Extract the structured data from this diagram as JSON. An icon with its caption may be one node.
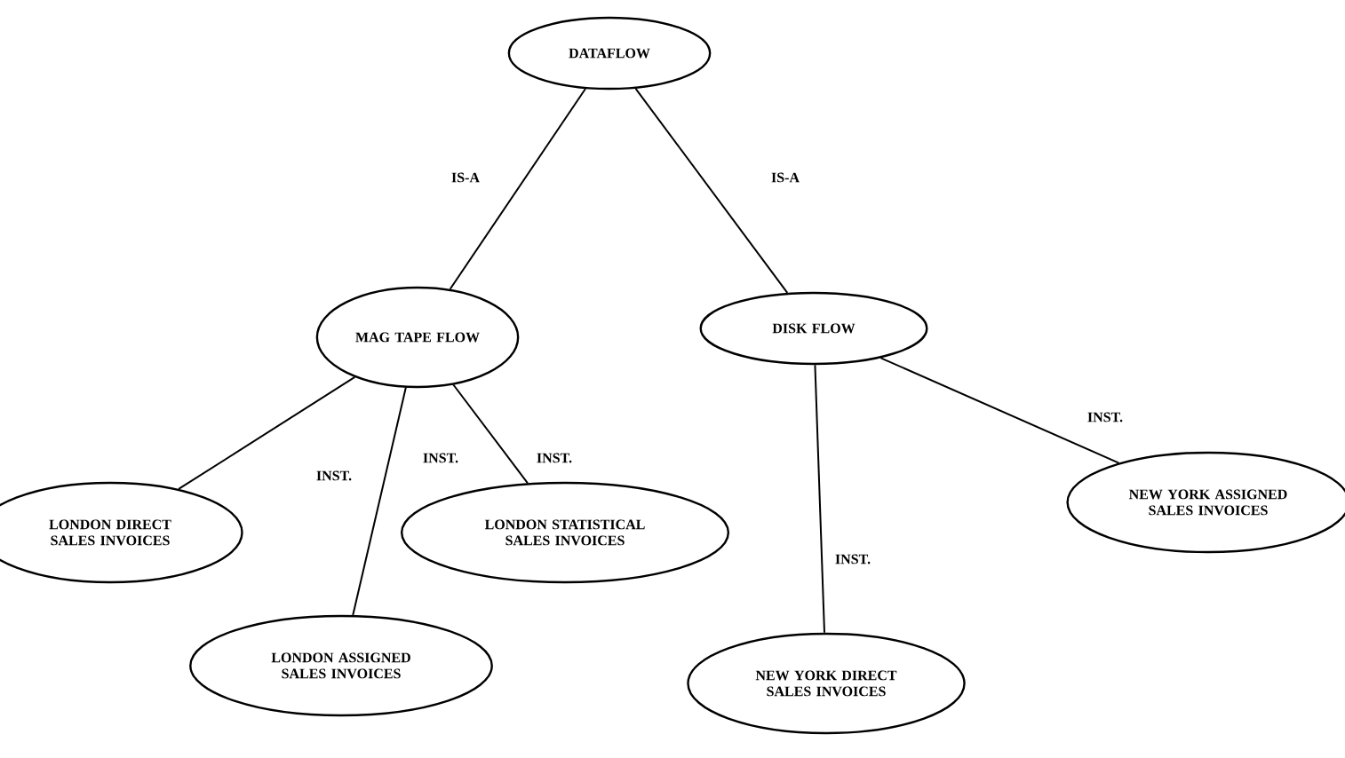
{
  "diagram": {
    "nodes": [
      {
        "text": [
          "DATAFLOW"
        ]
      },
      {
        "text": [
          "MAG TAPE FLOW"
        ]
      },
      {
        "text": [
          "DISK FLOW"
        ]
      },
      {
        "text": [
          "LONDON DIRECT SALES INVOICES"
        ]
      },
      {
        "text": [
          "LONDON ASSIGNED SALES INVOICES"
        ]
      },
      {
        "text": [
          "LONDON STATISTICAL SALES INVOICES"
        ]
      },
      {
        "text": [
          "NEW YORK DIRECT SALES INVOICES"
        ]
      },
      {
        "text": [
          "NEW YORK ASSIGNED SALES INVOICES"
        ]
      }
    ],
    "edges": [
      {
        "from": 0,
        "to": 1,
        "arrow": "none",
        "label": "IS-A"
      },
      {
        "from": 0,
        "to": 2,
        "arrow": "none",
        "label": "IS-A"
      },
      {
        "from": 1,
        "to": 3,
        "arrow": "none",
        "label": "INST."
      },
      {
        "from": 1,
        "to": 4,
        "arrow": "none",
        "label": "INST."
      },
      {
        "from": 1,
        "to": 5,
        "arrow": "none",
        "label": "INST."
      },
      {
        "from": 2,
        "to": 6,
        "arrow": "none",
        "label": "INST."
      },
      {
        "from": 2,
        "to": 7,
        "arrow": "none",
        "label": "INST."
      }
    ]
  }
}
